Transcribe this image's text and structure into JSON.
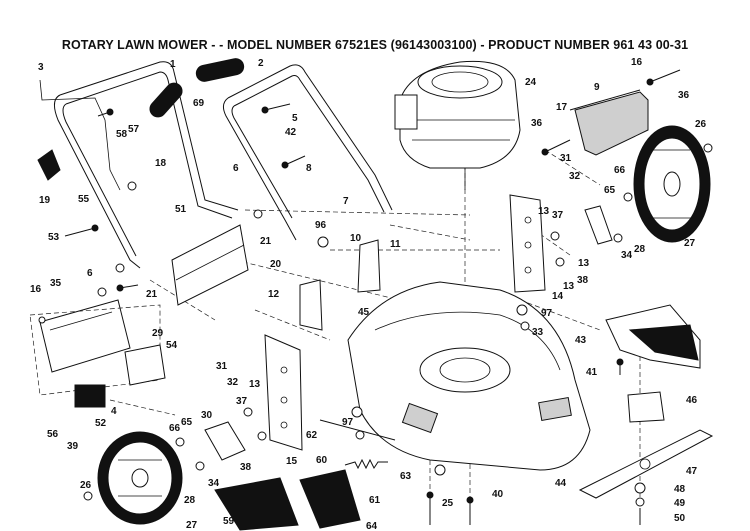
{
  "header": {
    "title": "ROTARY LAWN MOWER - - MODEL NUMBER  67521ES  (96143003100) - PRODUCT NUMBER 961 43 00-31"
  },
  "parts": [
    {
      "id": "p1",
      "label": "1"
    },
    {
      "id": "p2",
      "label": "2"
    },
    {
      "id": "p3",
      "label": "3"
    },
    {
      "id": "p4",
      "label": "4"
    },
    {
      "id": "p5",
      "label": "5"
    },
    {
      "id": "p6a",
      "label": "6"
    },
    {
      "id": "p6b",
      "label": "6"
    },
    {
      "id": "p7",
      "label": "7"
    },
    {
      "id": "p8",
      "label": "8"
    },
    {
      "id": "p9",
      "label": "9"
    },
    {
      "id": "p10",
      "label": "10"
    },
    {
      "id": "p11",
      "label": "11"
    },
    {
      "id": "p12",
      "label": "12"
    },
    {
      "id": "p13a",
      "label": "13"
    },
    {
      "id": "p13b",
      "label": "13"
    },
    {
      "id": "p13c",
      "label": "13"
    },
    {
      "id": "p13d",
      "label": "13"
    },
    {
      "id": "p14",
      "label": "14"
    },
    {
      "id": "p15",
      "label": "15"
    },
    {
      "id": "p16a",
      "label": "16"
    },
    {
      "id": "p16b",
      "label": "16"
    },
    {
      "id": "p17",
      "label": "17"
    },
    {
      "id": "p18",
      "label": "18"
    },
    {
      "id": "p19",
      "label": "19"
    },
    {
      "id": "p20",
      "label": "20"
    },
    {
      "id": "p21a",
      "label": "21"
    },
    {
      "id": "p21b",
      "label": "21"
    },
    {
      "id": "p24",
      "label": "24"
    },
    {
      "id": "p25",
      "label": "25"
    },
    {
      "id": "p26a",
      "label": "26"
    },
    {
      "id": "p26b",
      "label": "26"
    },
    {
      "id": "p27a",
      "label": "27"
    },
    {
      "id": "p27b",
      "label": "27"
    },
    {
      "id": "p28a",
      "label": "28"
    },
    {
      "id": "p28b",
      "label": "28"
    },
    {
      "id": "p29",
      "label": "29"
    },
    {
      "id": "p30",
      "label": "30"
    },
    {
      "id": "p31a",
      "label": "31"
    },
    {
      "id": "p31b",
      "label": "31"
    },
    {
      "id": "p32a",
      "label": "32"
    },
    {
      "id": "p32b",
      "label": "32"
    },
    {
      "id": "p33",
      "label": "33"
    },
    {
      "id": "p34a",
      "label": "34"
    },
    {
      "id": "p34b",
      "label": "34"
    },
    {
      "id": "p35",
      "label": "35"
    },
    {
      "id": "p36a",
      "label": "36"
    },
    {
      "id": "p36b",
      "label": "36"
    },
    {
      "id": "p37a",
      "label": "37"
    },
    {
      "id": "p37b",
      "label": "37"
    },
    {
      "id": "p38a",
      "label": "38"
    },
    {
      "id": "p38b",
      "label": "38"
    },
    {
      "id": "p39",
      "label": "39"
    },
    {
      "id": "p40",
      "label": "40"
    },
    {
      "id": "p41",
      "label": "41"
    },
    {
      "id": "p42",
      "label": "42"
    },
    {
      "id": "p43",
      "label": "43"
    },
    {
      "id": "p44",
      "label": "44"
    },
    {
      "id": "p45",
      "label": "45"
    },
    {
      "id": "p46",
      "label": "46"
    },
    {
      "id": "p47",
      "label": "47"
    },
    {
      "id": "p48",
      "label": "48"
    },
    {
      "id": "p49",
      "label": "49"
    },
    {
      "id": "p50",
      "label": "50"
    },
    {
      "id": "p51",
      "label": "51"
    },
    {
      "id": "p52",
      "label": "52"
    },
    {
      "id": "p53",
      "label": "53"
    },
    {
      "id": "p54",
      "label": "54"
    },
    {
      "id": "p55",
      "label": "55"
    },
    {
      "id": "p56",
      "label": "56"
    },
    {
      "id": "p57",
      "label": "57"
    },
    {
      "id": "p58",
      "label": "58"
    },
    {
      "id": "p59",
      "label": "59"
    },
    {
      "id": "p60",
      "label": "60"
    },
    {
      "id": "p61",
      "label": "61"
    },
    {
      "id": "p62",
      "label": "62"
    },
    {
      "id": "p63",
      "label": "63"
    },
    {
      "id": "p64",
      "label": "64"
    },
    {
      "id": "p65a",
      "label": "65"
    },
    {
      "id": "p65b",
      "label": "65"
    },
    {
      "id": "p66a",
      "label": "66"
    },
    {
      "id": "p66b",
      "label": "66"
    },
    {
      "id": "p69",
      "label": "69"
    },
    {
      "id": "p96",
      "label": "96"
    },
    {
      "id": "p97a",
      "label": "97"
    },
    {
      "id": "p97b",
      "label": "97"
    }
  ]
}
